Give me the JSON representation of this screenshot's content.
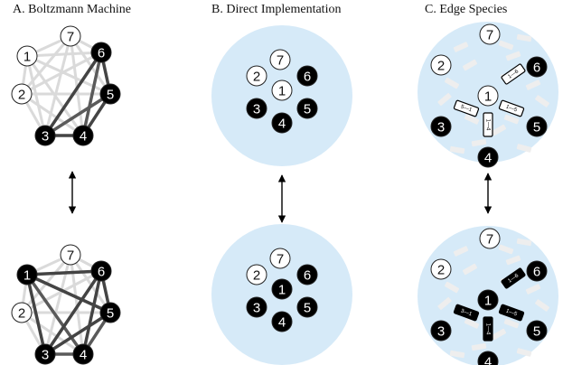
{
  "panels": {
    "a_title": "A. Boltzmann Machine",
    "b_title": "B. Direct Implementation",
    "c_title": "C. Edge Species"
  },
  "nodes": [
    "1",
    "2",
    "3",
    "4",
    "5",
    "6",
    "7"
  ],
  "colors": {
    "active_node": "#000000",
    "inactive_node": "#ffffff",
    "node_stroke": "#222222",
    "strong_edge": "#444444",
    "faint_edge": "#dadada",
    "soup": "#d6eaf8",
    "species_faint": "#eeeeee",
    "arrow": "#000000"
  },
  "states": {
    "top": {
      "active": [
        "3",
        "4",
        "5",
        "6"
      ]
    },
    "bottom": {
      "active": [
        "1",
        "3",
        "4",
        "5",
        "6"
      ]
    }
  },
  "edge_species": {
    "top": [
      {
        "label": "5—1",
        "state": "inactive"
      },
      {
        "label": "1—6",
        "state": "inactive"
      },
      {
        "label": "1—5",
        "state": "inactive"
      },
      {
        "label": "1—4",
        "state": "inactive"
      }
    ],
    "bottom": [
      {
        "label": "3—1",
        "state": "active"
      },
      {
        "label": "1—6",
        "state": "active"
      },
      {
        "label": "1—5",
        "state": "active"
      },
      {
        "label": "1—4",
        "state": "active"
      }
    ]
  },
  "arrows": [
    "bidirectional-a",
    "bidirectional-b",
    "bidirectional-c"
  ]
}
